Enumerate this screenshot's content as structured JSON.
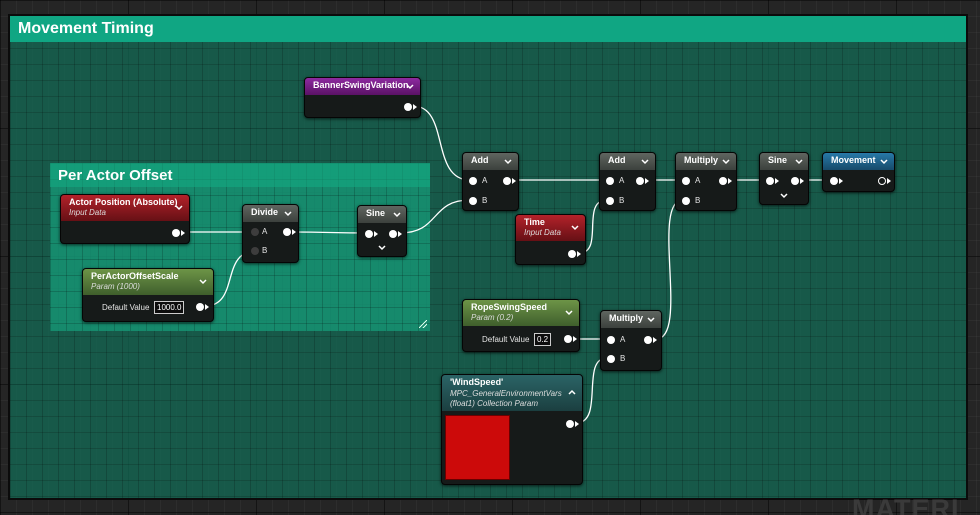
{
  "comments": {
    "main_title": "Movement Timing",
    "offset_title": "Per Actor Offset"
  },
  "nodes": {
    "banner_swing": {
      "title": "BannerSwingVariation"
    },
    "actor_position": {
      "title": "Actor Position (Absolute)",
      "subtitle": "Input Data"
    },
    "per_actor_offset_scale": {
      "title": "PerActorOffsetScale",
      "subtitle": "Param (1000)",
      "default_label": "Default Value",
      "default_value": "1000.0"
    },
    "divide": {
      "title": "Divide",
      "pin_a": "A",
      "pin_b": "B"
    },
    "sine_1": {
      "title": "Sine"
    },
    "add_1": {
      "title": "Add",
      "pin_a": "A",
      "pin_b": "B"
    },
    "time": {
      "title": "Time",
      "subtitle": "Input Data"
    },
    "add_2": {
      "title": "Add",
      "pin_a": "A",
      "pin_b": "B"
    },
    "multiply_1": {
      "title": "Multiply",
      "pin_a": "A",
      "pin_b": "B"
    },
    "sine_2": {
      "title": "Sine"
    },
    "movement": {
      "title": "Movement"
    },
    "rope_swing_speed": {
      "title": "RopeSwingSpeed",
      "subtitle": "Param (0.2)",
      "default_label": "Default Value",
      "default_value": "0.2"
    },
    "multiply_2": {
      "title": "Multiply",
      "pin_a": "A",
      "pin_b": "B"
    },
    "wind_speed": {
      "title": "'WindSpeed'",
      "subtitle_1": "MPC_GeneralEnvironmentVars",
      "subtitle_2": "(float1) Collection Param"
    }
  },
  "watermark": "MATERI",
  "colors": {
    "comment_main": "#10a683",
    "wind_swatch": "#cc0a0a",
    "param_header": "#6d9447",
    "math_header": "#5f6560",
    "input_header": "#b3222a",
    "scalar_param_header": "#8e2aa0",
    "output_header": "#2879a8"
  },
  "icons": {
    "collapse": "chevron-down-icon",
    "expand": "chevron-up-icon"
  }
}
